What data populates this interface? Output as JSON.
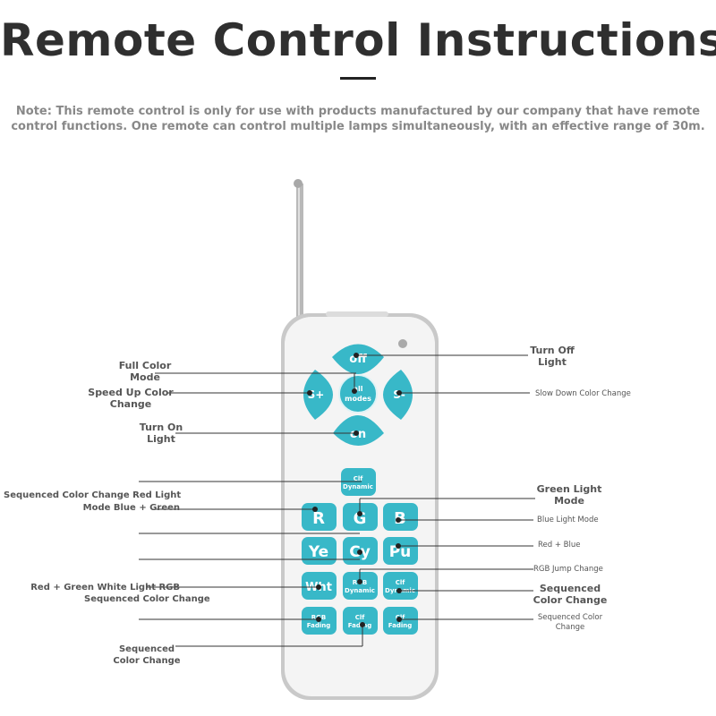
{
  "title": "Remote Control Instructions",
  "note": "Note: This remote control is only for use with products manufactured by our company that have remote control functions. One remote can control multiple lamps simultaneously, with an effective range of 30m.",
  "colors": {
    "button": "#38b8c8",
    "remote_body": "#f3f3f3",
    "accent_text": "#555555"
  },
  "buttons": {
    "off": "off",
    "all_modes": "all modes",
    "speed_up": "S+",
    "slow_down": "S-",
    "on": "on",
    "clf_dynamic_top": "Clf Dynamic",
    "r": "R",
    "g": "G",
    "b": "B",
    "ye": "Ye",
    "cy": "Cy",
    "pu": "Pu",
    "wht": "Wht",
    "rgb_dynamic": "RGB Dynamic",
    "clf_dynamic": "Clf Dynamic",
    "rgb_fading": "RGB Fading",
    "clf_fading_mid": "Clf Fading",
    "clf_fading_right": "Clf Fading"
  },
  "labels": {
    "full_color_mode": "Full Color Mode",
    "speed_up": "Speed Up Color Change",
    "turn_on": "Turn On Light",
    "sequenced_red": "Sequenced Color Change Red Light",
    "mode_blue_green": "Mode Blue + Green",
    "red_green_white": "Red + Green White Light RGB",
    "sequenced_change_left": "Sequenced Color Change",
    "sequenced_bottom": "Sequenced Color Change",
    "turn_off": "Turn Off Light",
    "slow_down": "Slow Down Color Change",
    "green_light": "Green Light Mode",
    "blue_light": "Blue Light Mode",
    "red_blue": "Red + Blue",
    "rgb_jump": "RGB Jump Change",
    "sequenced_right": "Sequenced Color Change",
    "sequenced_right_small": "Sequenced Color Change"
  }
}
